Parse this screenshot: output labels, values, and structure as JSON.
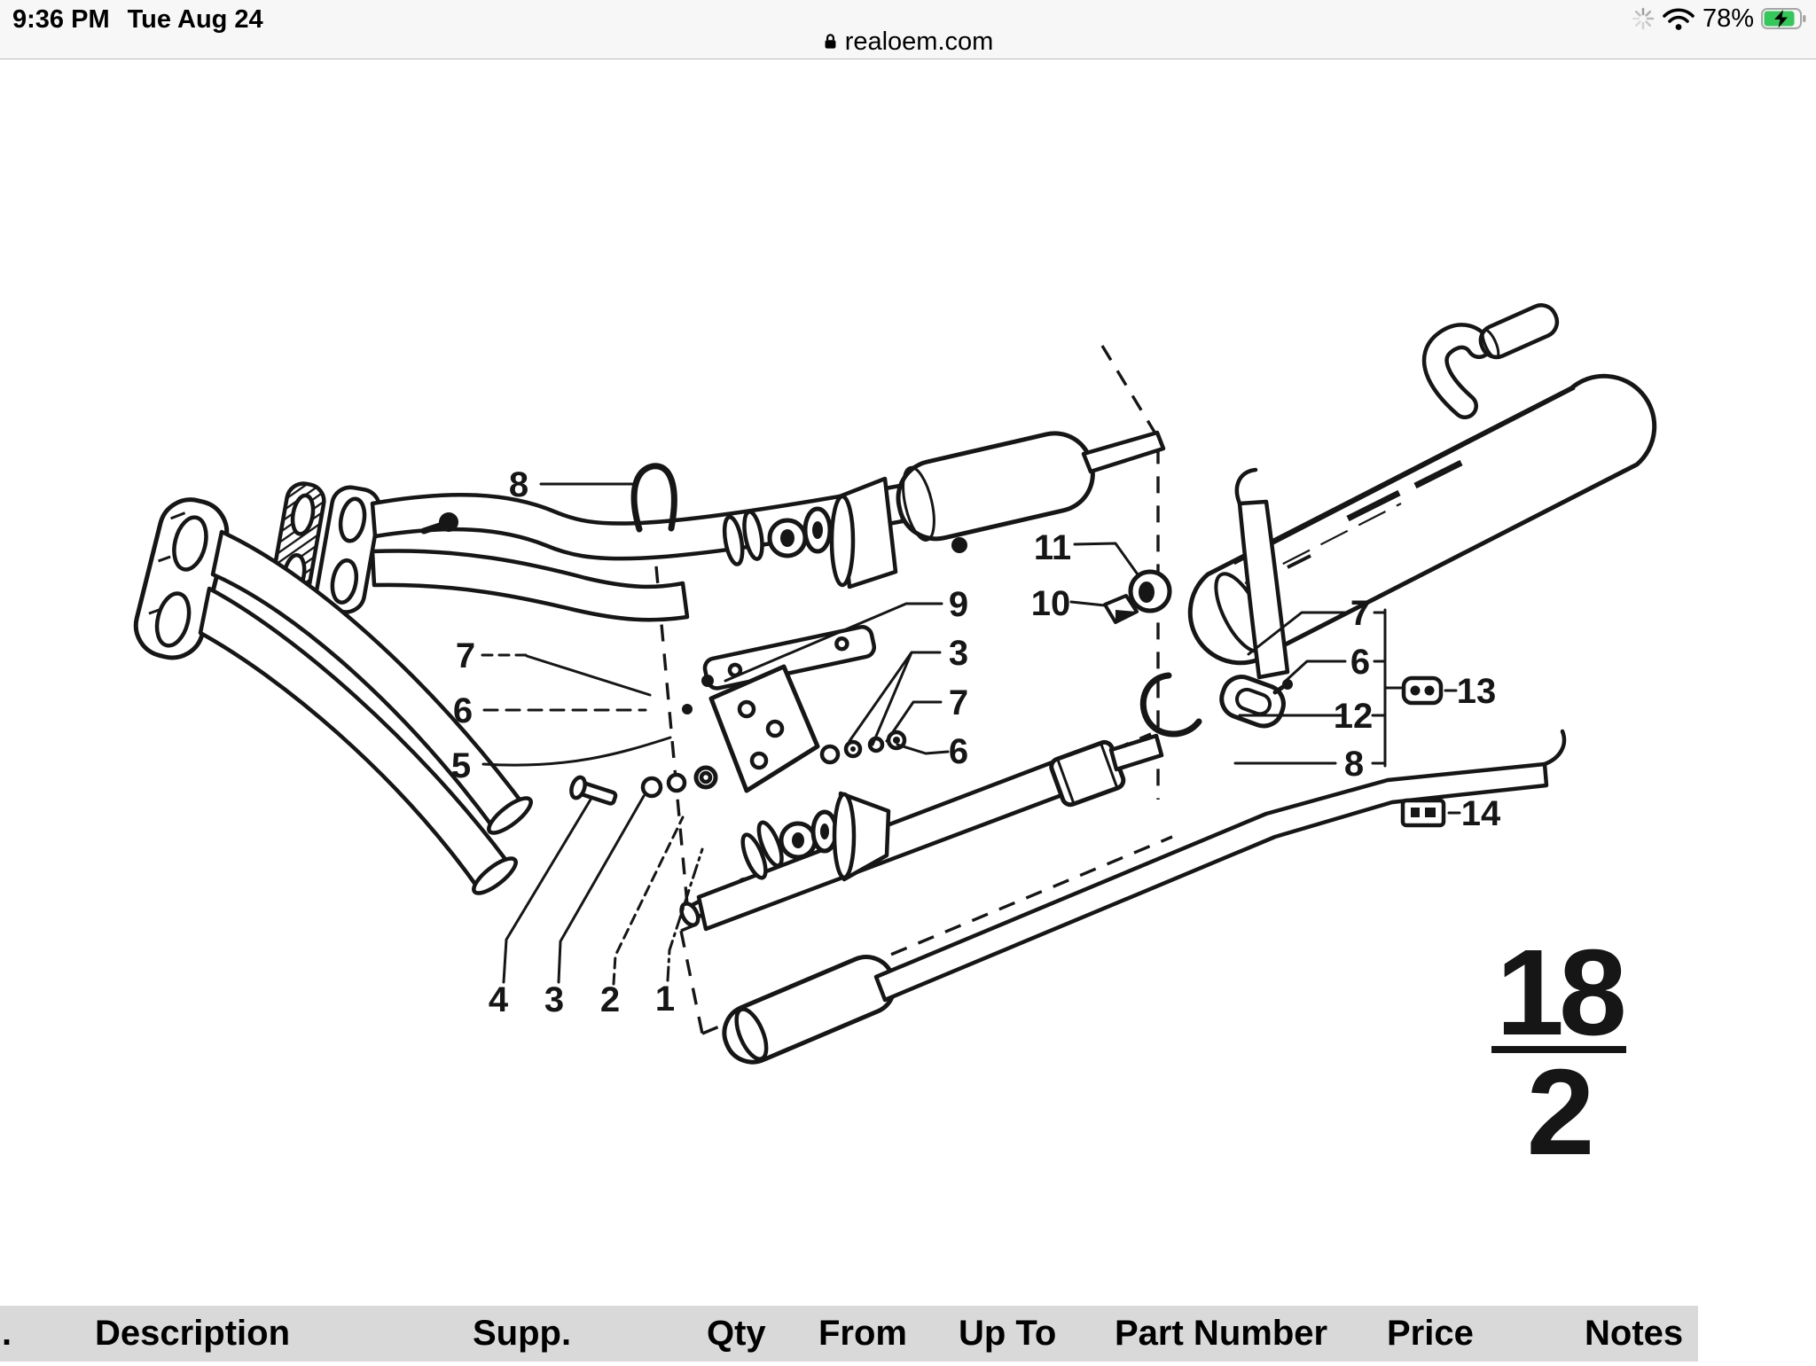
{
  "status_bar": {
    "time": "9:36 PM",
    "date": "Tue Aug 24",
    "battery_percent": "78%"
  },
  "url_bar": {
    "domain": "realoem.com"
  },
  "icons": {
    "loading": "spinner-ticks",
    "wifi": "signal-arcs",
    "battery": "green-rounded-rect-with-bolt",
    "lock": "padlock"
  },
  "diagram": {
    "callouts": {
      "clamp_top": "8",
      "bracket_arm": "9",
      "washer_pair": "3",
      "bolt_mid": "7",
      "nut_mid": "6",
      "bolt_left": "7",
      "screw_left": "6",
      "plate_left": "5",
      "bottom_4": "4",
      "bottom_3": "3",
      "bottom_2": "2",
      "bottom_1": "1",
      "grommet": "11",
      "clip": "10",
      "hanger_top": "7",
      "hanger_screw": "6",
      "rubber_ring": "12",
      "hook": "8",
      "kit_13": "13",
      "kit_14": "14"
    },
    "sheet": {
      "group": "18",
      "page": "2"
    }
  },
  "table": {
    "columns": [
      ".",
      "Description",
      "Supp.",
      "Qty",
      "From",
      "Up To",
      "Part Number",
      "Price",
      "Notes"
    ]
  },
  "colors": {
    "chrome_bg": "#f7f7f8",
    "hairline": "#bdbdbf",
    "header_bg": "#d9d9d9",
    "battery_green": "#34c759",
    "ink": "#161616"
  }
}
